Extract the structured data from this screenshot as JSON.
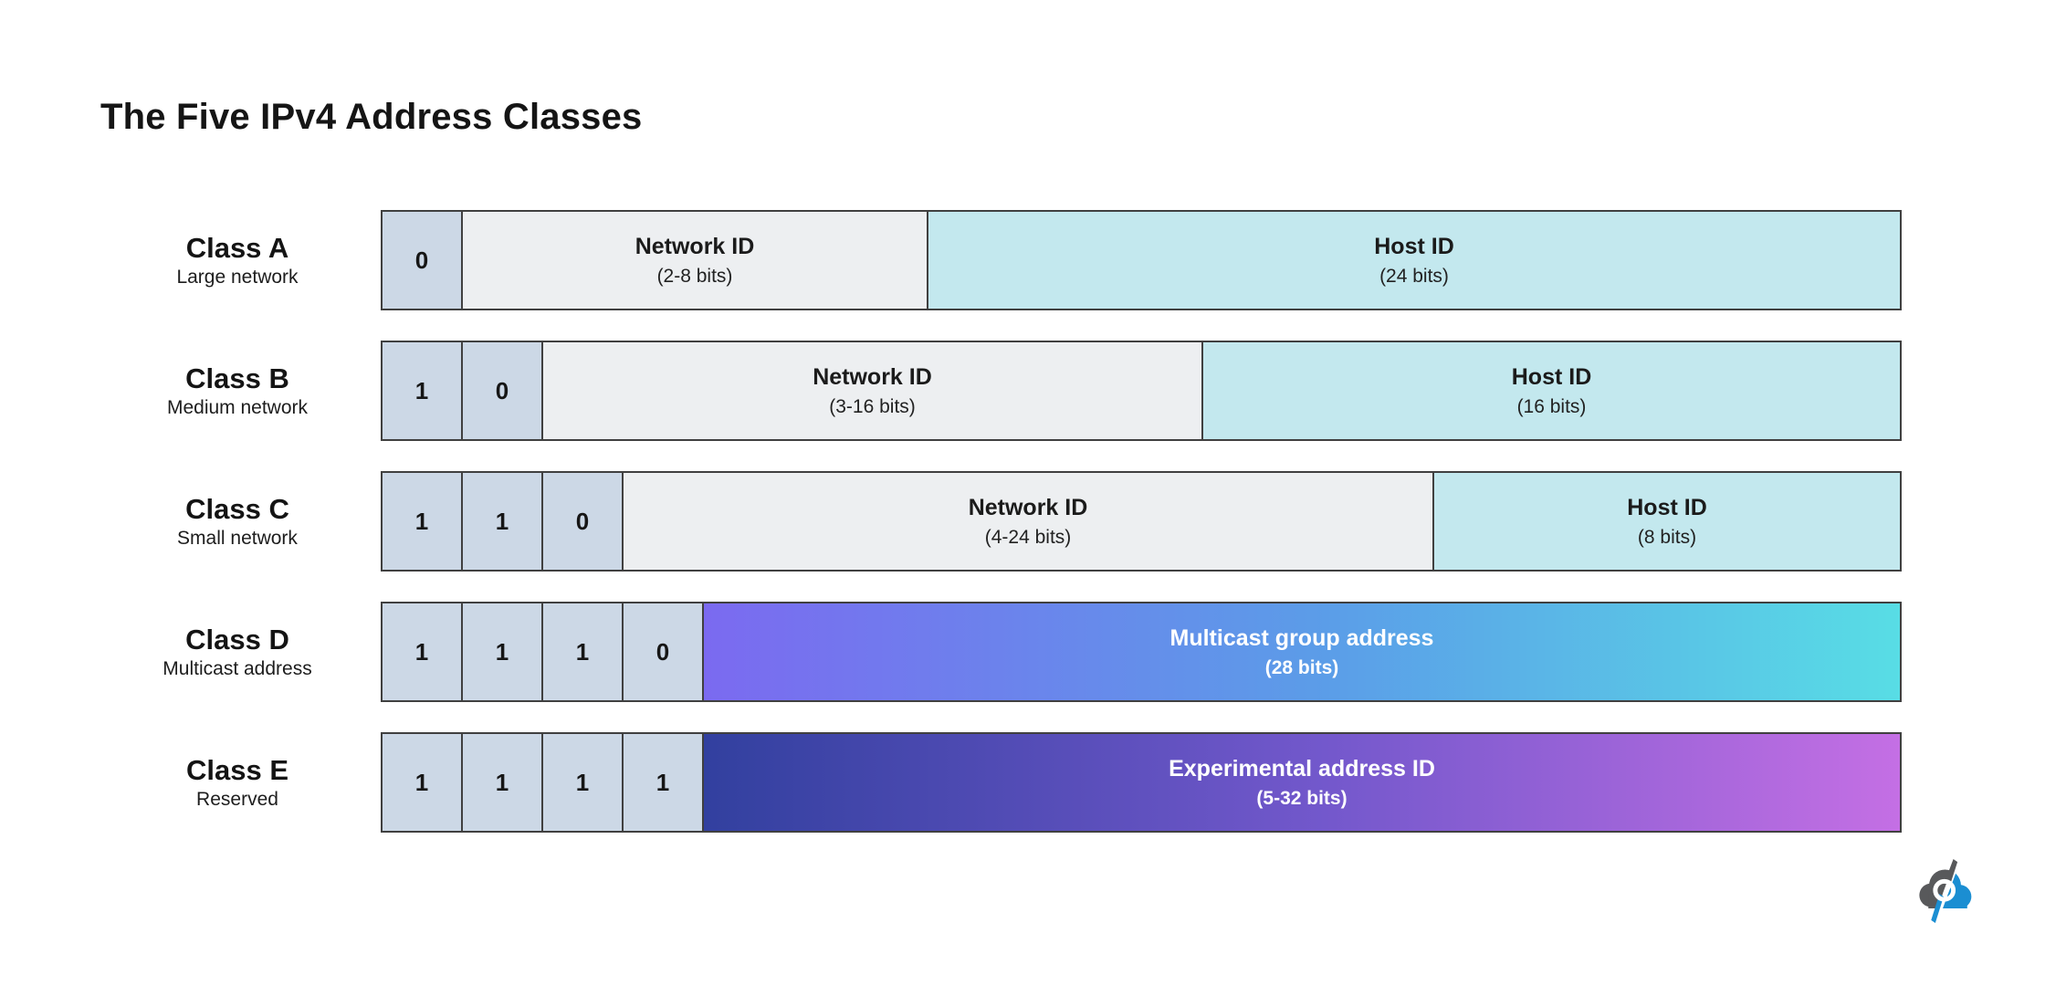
{
  "title": "The Five IPv4 Address Classes",
  "colors": {
    "bit_cell": "#ccd8e6",
    "network_cell": "#edeff1",
    "host_cell": "#c3e8ee",
    "border": "#404040",
    "multicast_gradient": [
      "#7b6af0",
      "#5b9de8",
      "#58dde5"
    ],
    "experimental_gradient": [
      "#32409f",
      "#7358cc",
      "#c46fe4"
    ],
    "logo_gray": "#58595b",
    "logo_blue": "#1b8ed2"
  },
  "rows": [
    {
      "class_name": "Class A",
      "description": "Large network",
      "bits": [
        "0"
      ],
      "segments": [
        {
          "label": "Network ID",
          "sublabel": "(2-8 bits)"
        },
        {
          "label": "Host ID",
          "sublabel": "(24 bits)"
        }
      ]
    },
    {
      "class_name": "Class B",
      "description": "Medium network",
      "bits": [
        "1",
        "0"
      ],
      "segments": [
        {
          "label": "Network ID",
          "sublabel": "(3-16 bits)"
        },
        {
          "label": "Host ID",
          "sublabel": "(16 bits)"
        }
      ]
    },
    {
      "class_name": "Class C",
      "description": "Small network",
      "bits": [
        "1",
        "1",
        "0"
      ],
      "segments": [
        {
          "label": "Network ID",
          "sublabel": "(4-24 bits)"
        },
        {
          "label": "Host ID",
          "sublabel": "(8 bits)"
        }
      ]
    },
    {
      "class_name": "Class D",
      "description": "Multicast address",
      "bits": [
        "1",
        "1",
        "1",
        "0"
      ],
      "segments": [
        {
          "label": "Multicast group address",
          "sublabel": "(28 bits)"
        }
      ]
    },
    {
      "class_name": "Class E",
      "description": "Reserved",
      "bits": [
        "1",
        "1",
        "1",
        "1"
      ],
      "segments": [
        {
          "label": "Experimental address ID",
          "sublabel": "(5-32 bits)"
        }
      ]
    }
  ]
}
